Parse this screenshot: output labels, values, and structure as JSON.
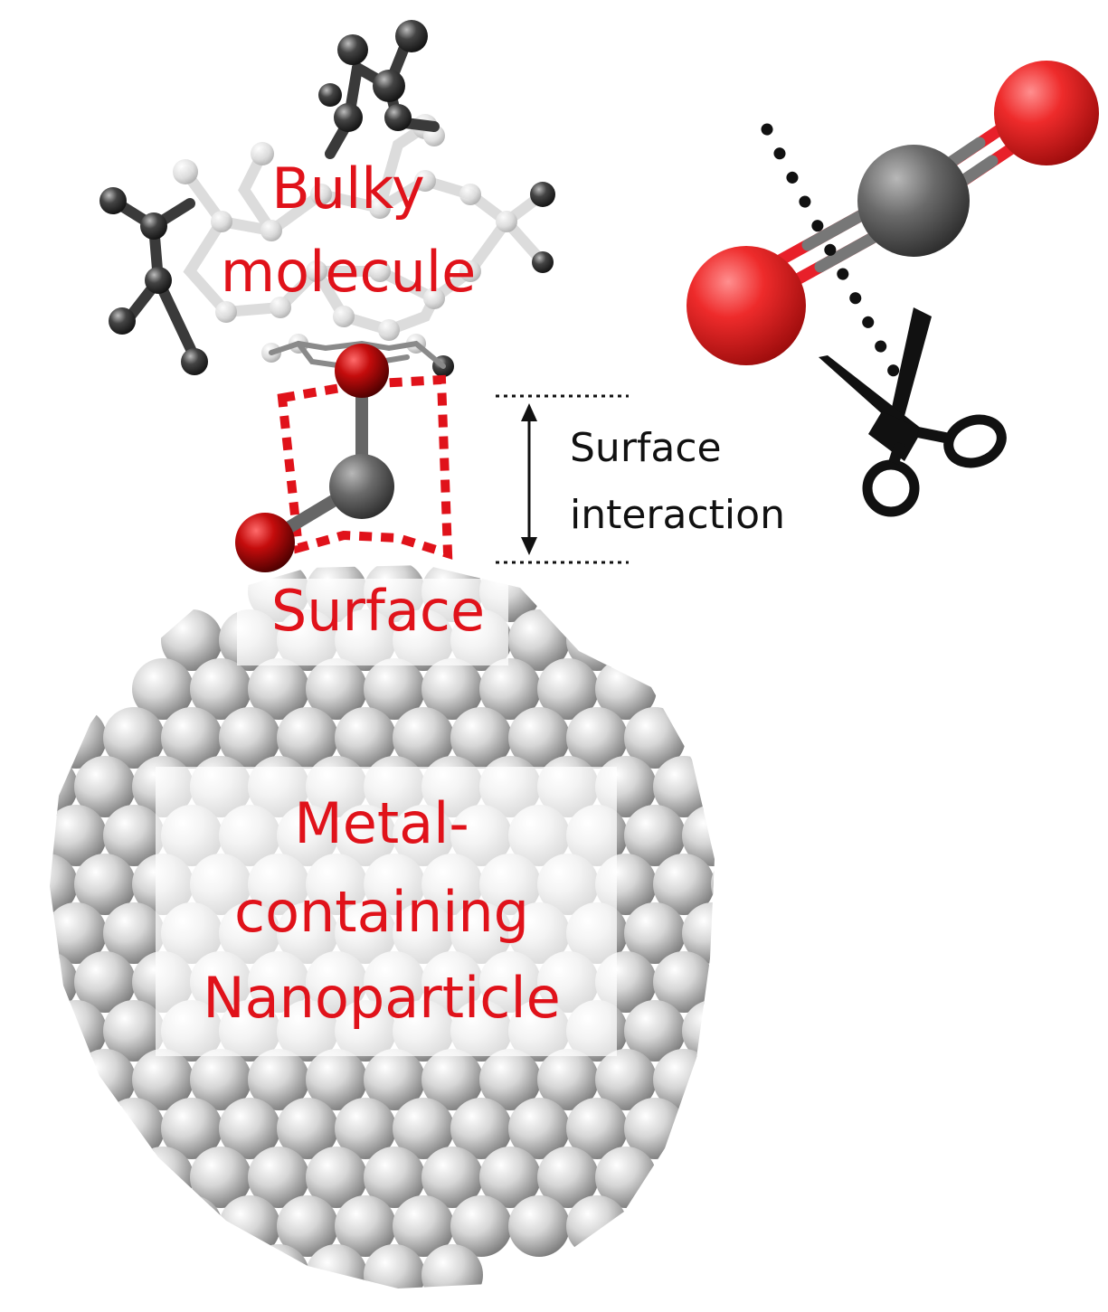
{
  "labels": {
    "bulky_line1": "Bulky",
    "bulky_line2": "molecule",
    "surface": "Surface",
    "interaction_line1": "Surface",
    "interaction_line2": "interaction",
    "np_line1": "Metal-",
    "np_line2": "containing",
    "np_line3": "Nanoparticle"
  },
  "colors": {
    "label_red": "#e0121a",
    "oxygen": "#e8202a",
    "carbon": "#5a5a5a",
    "metal_atom": "#bdbdbd",
    "dotted_box": "#e0121a"
  },
  "icons": {
    "scissors": "scissors-icon",
    "double_arrow": "double-arrow-icon",
    "co2_molecule": "co2-molecule-icon"
  }
}
